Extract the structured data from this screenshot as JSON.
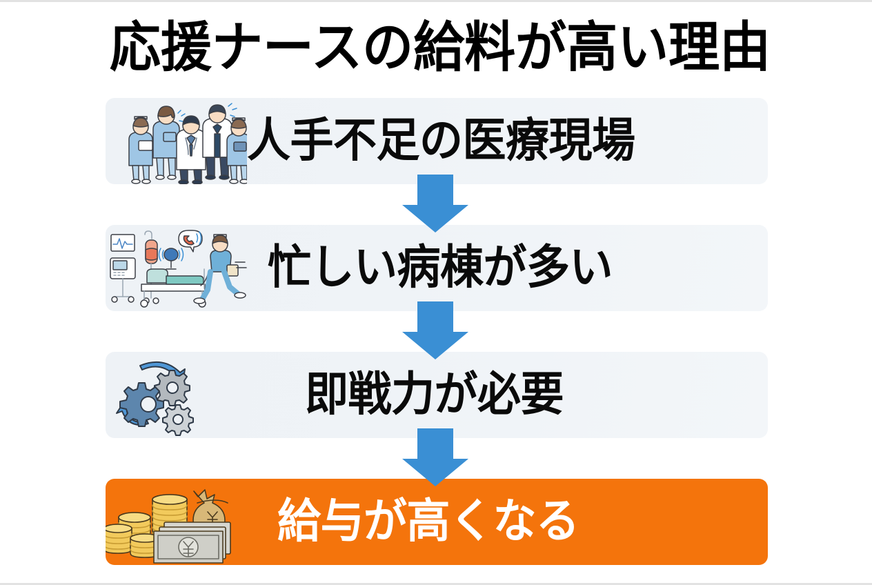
{
  "page": {
    "title": "応援ナースの給料が高い理由",
    "background_color": "#ffffff",
    "accent_color": "#f4740c",
    "arrow_color": "#3a8fd4",
    "card_color": "#eef2f6"
  },
  "flow": {
    "steps": [
      {
        "id": "step-1",
        "label": "人手不足の医療現場",
        "icon": "medical-team-icon",
        "style": "plain",
        "text_color": "#0a0a0a",
        "background_color": "#eef2f6"
      },
      {
        "id": "step-2",
        "label": "忙しい病棟が多い",
        "icon": "busy-hospital-ward-icon",
        "style": "plain",
        "text_color": "#0a0a0a",
        "background_color": "#eef2f6"
      },
      {
        "id": "step-3",
        "label": "即戦力が必要",
        "icon": "rotating-gears-icon",
        "style": "plain",
        "text_color": "#0a0a0a",
        "background_color": "#eef2f6"
      },
      {
        "id": "step-4",
        "label": "給与が高くなる",
        "icon": "money-coins-bag-icon",
        "style": "accent",
        "text_color": "#ffffff",
        "background_color": "#f4740c"
      }
    ],
    "connectors": [
      {
        "id": "connector-1",
        "icon": "arrow-down-icon",
        "color": "#3a8fd4"
      },
      {
        "id": "connector-2",
        "icon": "arrow-down-icon",
        "color": "#3a8fd4"
      },
      {
        "id": "connector-3",
        "icon": "arrow-down-icon",
        "color": "#3a8fd4"
      }
    ]
  }
}
